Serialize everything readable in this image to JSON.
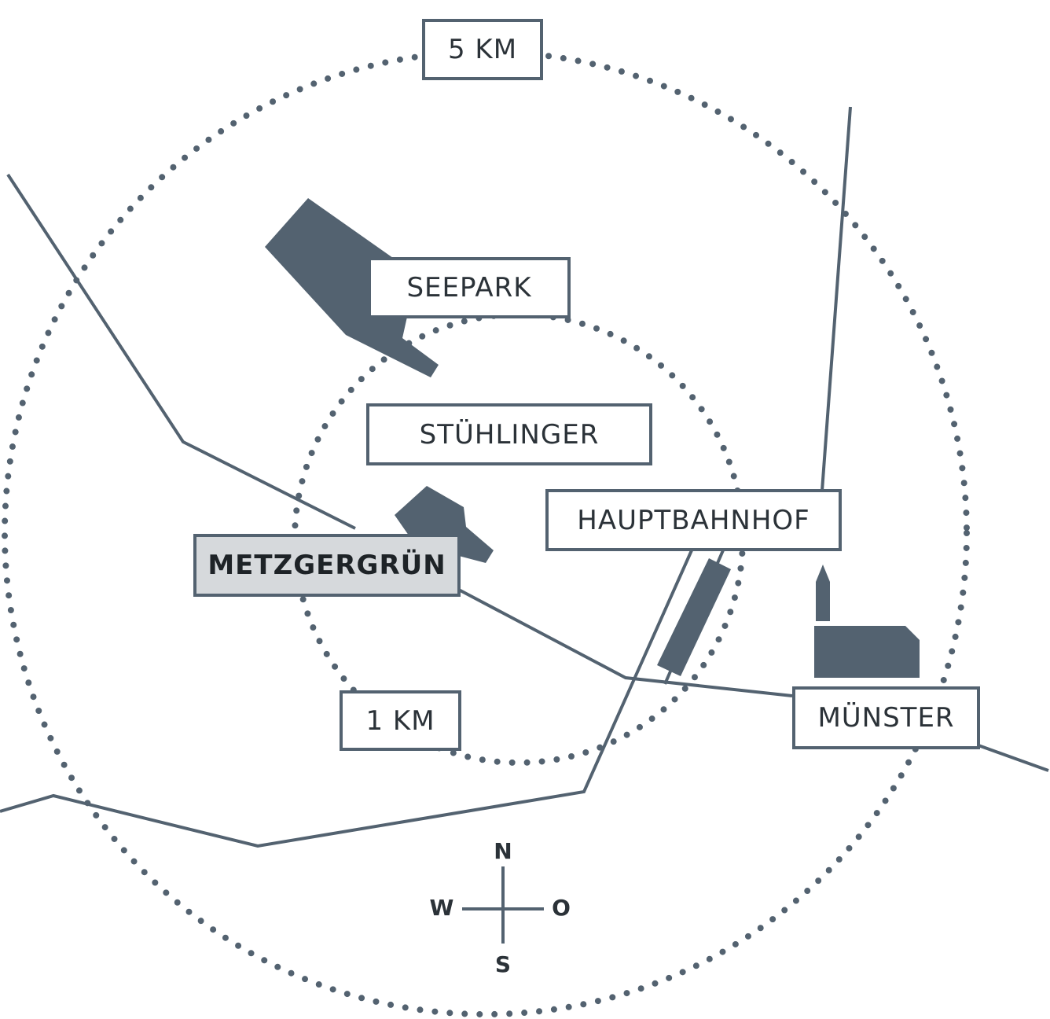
{
  "labels": {
    "ring_outer": "5 KM",
    "ring_inner": "1 KM",
    "seepark": "SEEPARK",
    "stuehlinger": "STÜHLINGER",
    "hauptbahnhof": "HAUPTBAHNHOF",
    "metzgergruen": "METZGERGRÜN",
    "muenster": "MÜNSTER"
  },
  "compass": {
    "north": "N",
    "south": "S",
    "west": "W",
    "east": "O"
  },
  "colors": {
    "line": "#536270",
    "shape": "#536270",
    "highlight_bg": "#d6d9dc",
    "text": "#2b3238"
  }
}
